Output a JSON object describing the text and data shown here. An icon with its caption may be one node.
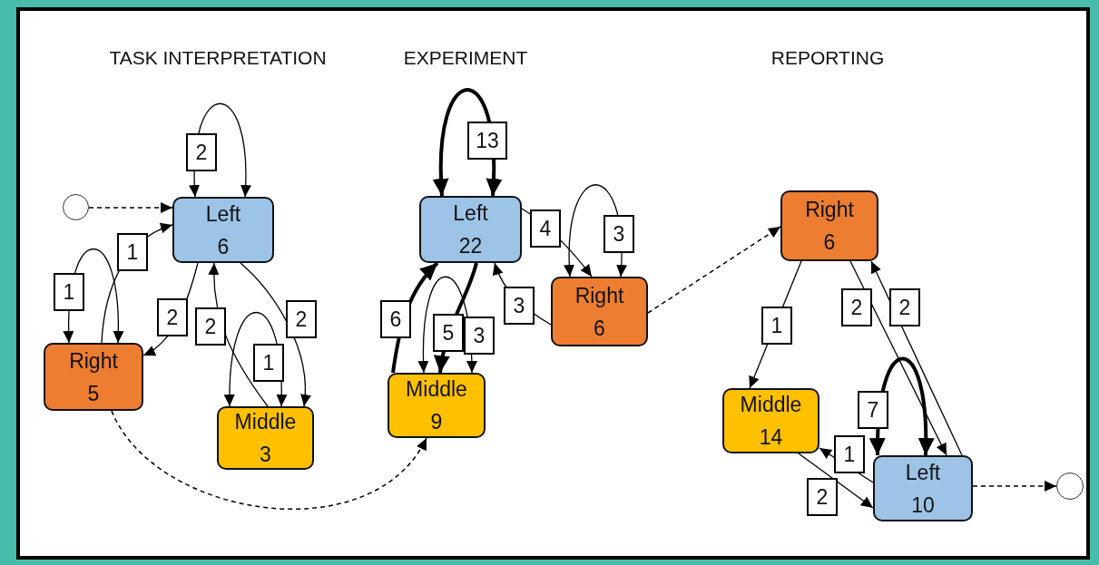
{
  "diagram": {
    "nodes": [
      {
        "text": [],
        "shape": "circle"
      },
      {
        "text": [
          "Left",
          "6"
        ]
      },
      {
        "text": [
          "Right",
          "5"
        ]
      },
      {
        "text": [
          "Middle",
          "3"
        ]
      },
      {
        "text": [
          "Left",
          "22"
        ]
      },
      {
        "text": [
          "Right",
          "6"
        ]
      },
      {
        "text": [
          "Middle",
          "9"
        ]
      },
      {
        "text": [
          "Right",
          "6"
        ]
      },
      {
        "text": [
          "Middle",
          "14"
        ]
      },
      {
        "text": [
          "Left",
          "10"
        ]
      },
      {
        "text": [],
        "shape": "circle"
      }
    ],
    "edges": [
      {
        "from": 0,
        "to": 1,
        "arrow": "to",
        "style": "dashed"
      },
      {
        "from": 1,
        "to": 1,
        "arrow": "both",
        "label": "2"
      },
      {
        "from": 2,
        "to": 1,
        "arrow": "to",
        "label": "1"
      },
      {
        "from": 2,
        "to": 2,
        "arrow": "both",
        "label": "1"
      },
      {
        "from": 1,
        "to": 2,
        "arrow": "to",
        "label": "2"
      },
      {
        "from": 3,
        "to": 1,
        "arrow": "to",
        "label": "2"
      },
      {
        "from": 3,
        "to": 3,
        "arrow": "both",
        "label": "1"
      },
      {
        "from": 1,
        "to": 3,
        "arrow": "to",
        "label": "2"
      },
      {
        "from": 2,
        "to": 6,
        "arrow": "to",
        "style": "dashed"
      },
      {
        "from": 4,
        "to": 4,
        "arrow": "both",
        "label": "13",
        "style": "thick"
      },
      {
        "from": 4,
        "to": 5,
        "arrow": "to",
        "label": "4"
      },
      {
        "from": 5,
        "to": 5,
        "arrow": "both",
        "label": "3"
      },
      {
        "from": 5,
        "to": 4,
        "arrow": "to",
        "label": "3"
      },
      {
        "from": 6,
        "to": 4,
        "arrow": "to",
        "label": "6",
        "style": "thick"
      },
      {
        "from": 4,
        "to": 6,
        "arrow": "to",
        "label": "5",
        "style": "thick"
      },
      {
        "from": 6,
        "to": 6,
        "arrow": "both",
        "label": "3"
      },
      {
        "from": 5,
        "to": 7,
        "arrow": "to",
        "style": "dashed"
      },
      {
        "from": 7,
        "to": 8,
        "arrow": "to",
        "label": "1"
      },
      {
        "from": 7,
        "to": 9,
        "arrow": "to",
        "label": "2"
      },
      {
        "from": 9,
        "to": 7,
        "arrow": "to",
        "label": "2"
      },
      {
        "from": 9,
        "to": 9,
        "arrow": "both",
        "label": "7",
        "style": "thick"
      },
      {
        "from": 9,
        "to": 8,
        "arrow": "to",
        "label": "1"
      },
      {
        "from": 8,
        "to": 9,
        "arrow": "to",
        "label": "2"
      },
      {
        "from": 9,
        "to": 10,
        "arrow": "to",
        "style": "dashed"
      }
    ],
    "labels": [
      "TASK INTERPRETATION",
      "EXPERIMENT",
      "REPORTING"
    ]
  }
}
